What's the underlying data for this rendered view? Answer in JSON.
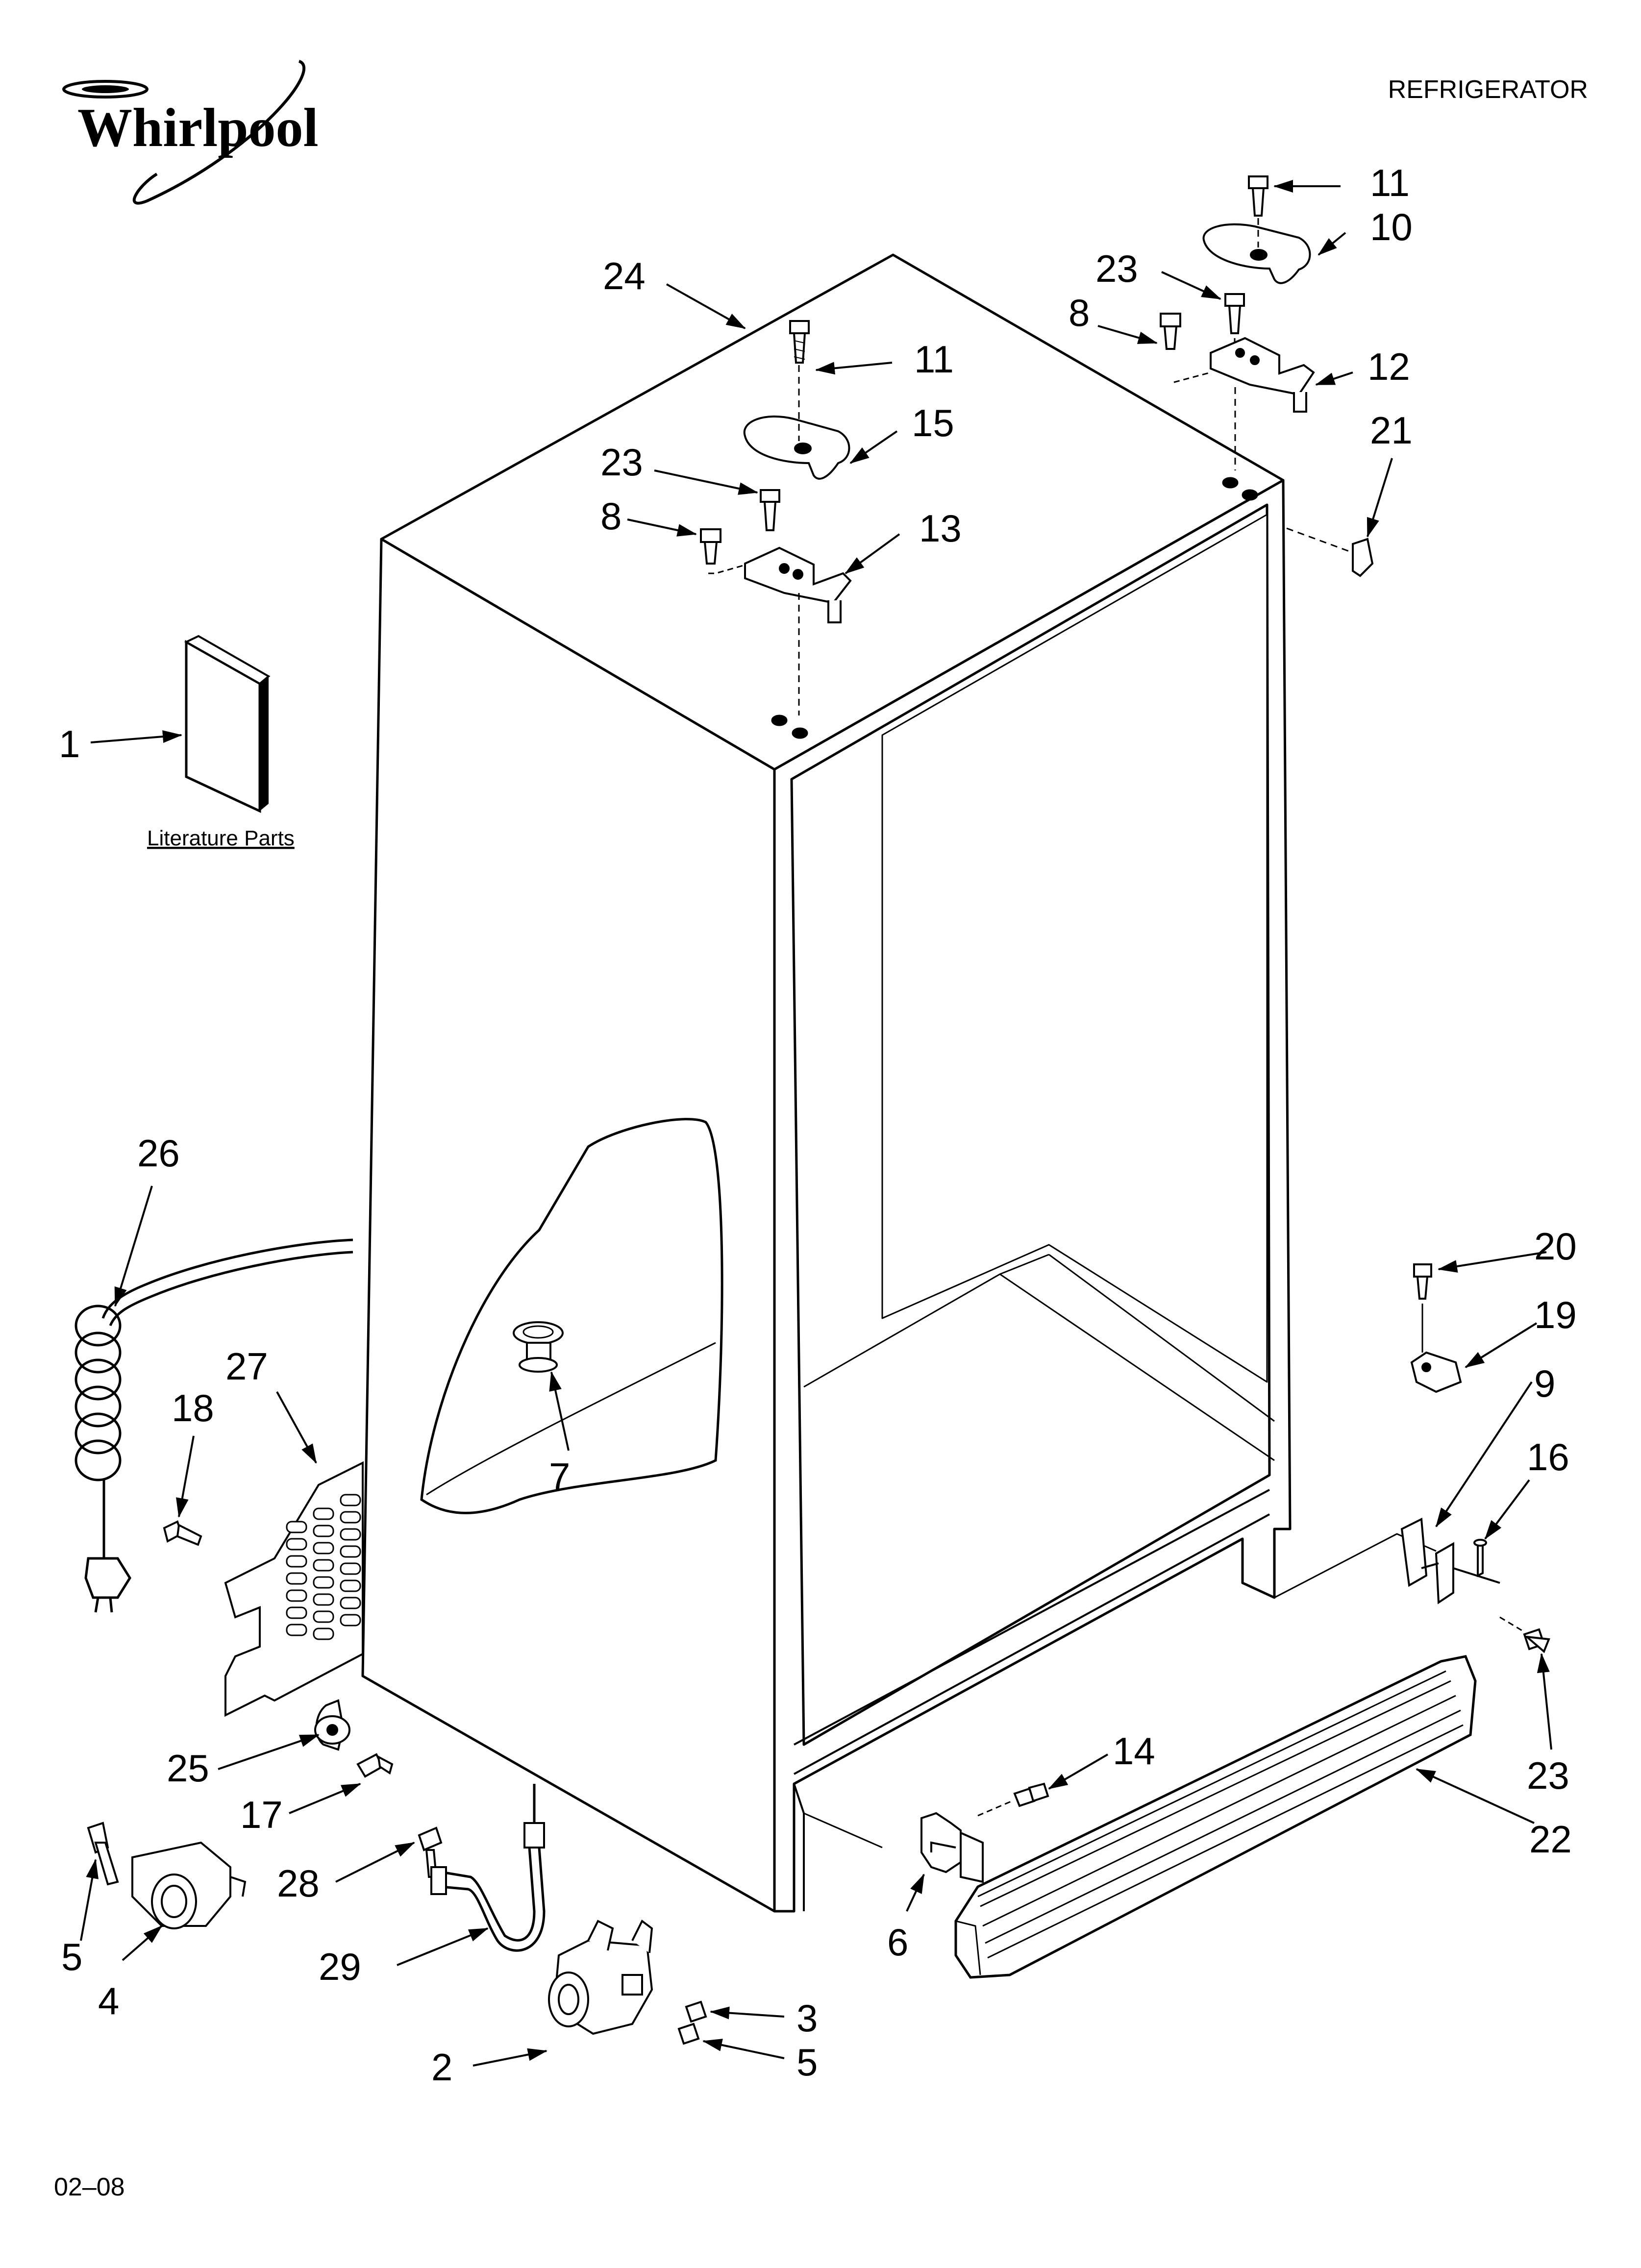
{
  "header": {
    "brand": "Whirlpool",
    "section": "REFRIGERATOR"
  },
  "footer": {
    "code": "02–08"
  },
  "literature_label": "Literature Parts",
  "callouts": {
    "c1": "1",
    "c2": "2",
    "c3": "3",
    "c4": "4",
    "c5a": "5",
    "c5b": "5",
    "c6": "6",
    "c7": "7",
    "c8a": "8",
    "c8b": "8",
    "c9": "9",
    "c10": "10",
    "c11a": "11",
    "c11b": "11",
    "c12": "12",
    "c13": "13",
    "c14": "14",
    "c15": "15",
    "c16": "16",
    "c17": "17",
    "c18": "18",
    "c19": "19",
    "c20": "20",
    "c21": "21",
    "c22": "22",
    "c23a": "23",
    "c23b": "23",
    "c23c": "23",
    "c24": "24",
    "c25": "25",
    "c26": "26",
    "c27": "27",
    "c28": "28",
    "c29": "29"
  }
}
